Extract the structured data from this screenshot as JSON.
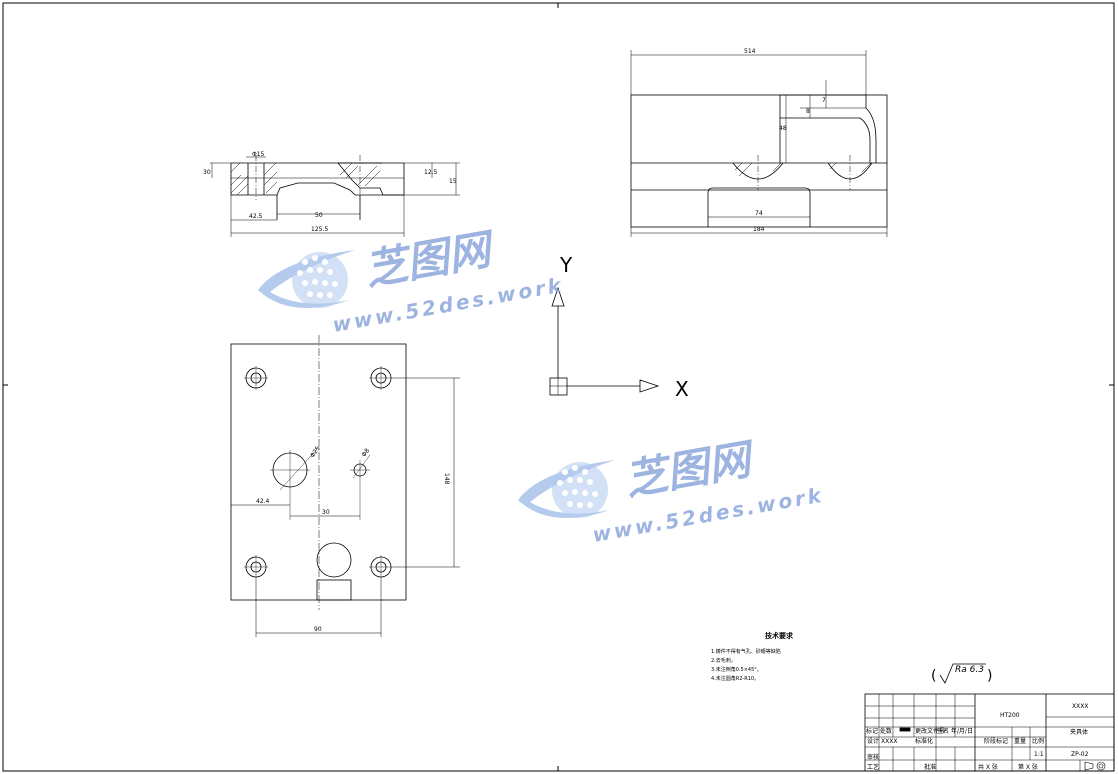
{
  "watermark": {
    "cn": "芝图网",
    "url": "www.52des.work"
  },
  "axes": {
    "y": "Y",
    "x": "X"
  },
  "dimensions": {
    "section_top": "Φ15",
    "section_left_h": "30",
    "section_right_h1": "12.5",
    "section_right_h2": "15",
    "section_w1": "42.5",
    "section_w2": "50",
    "section_total": "125.5",
    "side_top": "514",
    "side_d1": "7",
    "side_d2": "8",
    "side_d3": "48",
    "side_inner": "74",
    "side_total": "184",
    "plan_hole_big": "Φ25",
    "plan_hole_small": "Φ8",
    "plan_x1": "42.4",
    "plan_x2": "30",
    "plan_height": "148",
    "plan_width": "90"
  },
  "notes": {
    "title": "技术要求",
    "items": [
      "1.铸件不得有气孔、砂眼等缺陷",
      "2.去毛刺。",
      "3.未注倒角0.5×45°。",
      "4.未注圆角R2-R10。"
    ]
  },
  "roughness": "Ra 6.3",
  "title_block": {
    "material": "HT200",
    "company": "XXXX",
    "part_name": "夹具体",
    "drawing_no": "ZP-02",
    "scale_label": "比例",
    "scale": "1:1",
    "weight_label": "重量",
    "stage_label": "阶段标记",
    "sign_row": "标记 处数",
    "sign_row2": "更改文件号",
    "sign_row3": "签名 年/月/日",
    "designer_label": "设计",
    "designer": "XXXX",
    "standard_label": "标准化",
    "review_label": "审核",
    "process_label": "工艺",
    "approve_label": "批准",
    "sheets_total": "共 X 张",
    "sheet_no": "第 X 张"
  }
}
